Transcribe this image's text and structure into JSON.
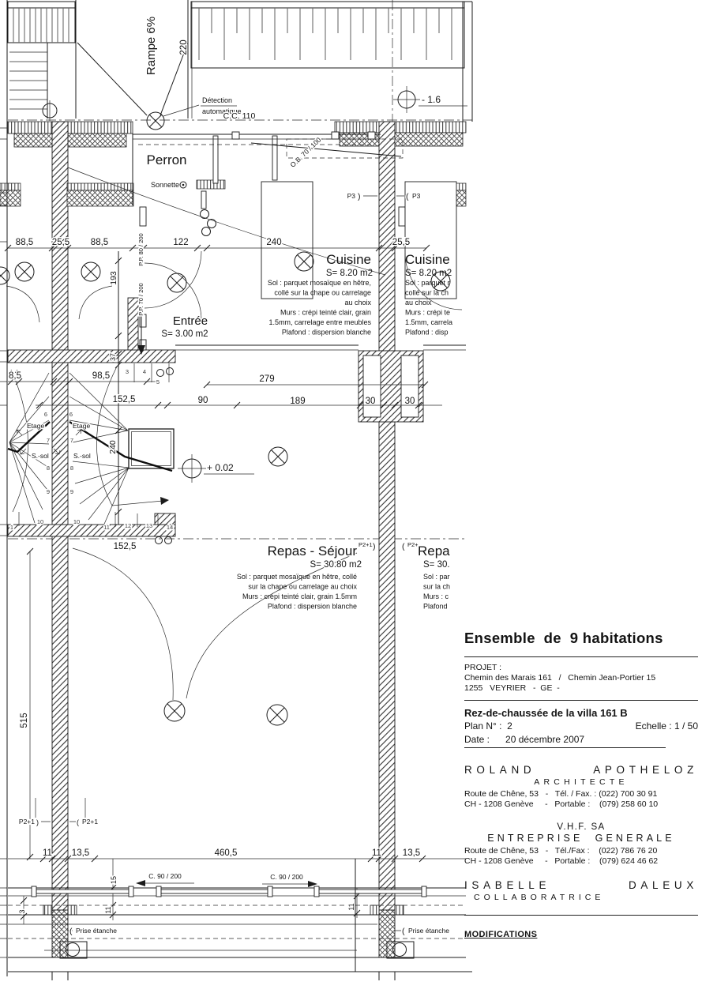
{
  "ink": "#1b1b1b",
  "plan": {
    "po": "(",
    "pc": ")",
    "top": {
      "rampe": "Rampe 6%",
      "dim_220": "220",
      "detection_l1": "Détection",
      "detection_l2": "automatique",
      "level_minus": "- 1.6",
      "cc110": "C.C. 110",
      "perron": "Perron",
      "sonnette": "Sonnette",
      "ob_door": "O.B. 70 / 100",
      "p3": "P3"
    },
    "entree": {
      "name": "Entrée",
      "area": "S= 3.00 m2"
    },
    "cuisine_left": {
      "name": "Cuisine",
      "area": "S= 8.20 m2",
      "specs": [
        "Sol : parquet mosaïque en hêtre,",
        "collé sur la chape ou carrelage",
        "au choix",
        "Murs : crépi teinté clair, grain",
        "1.5mm, carrelage entre meubles",
        "Plafond : dispersion blanche"
      ]
    },
    "cuisine_right": {
      "name": "Cuisine",
      "area": "S= 8.20 m2",
      "specs": [
        "Sol : parquet r",
        "collé sur la ch",
        "au choix",
        "Murs : crépi te",
        "1.5mm, carrela",
        "Plafond : disp"
      ]
    },
    "repas_left": {
      "name": "Repas - Séjour",
      "door_tag": "P2+1",
      "area": "S= 30.80 m2",
      "specs": [
        "Sol : parquet mosaïque en hêtre, collé",
        "sur la chape ou carrelage au choix",
        "Murs : crépi teinté clair, grain 1.5mm",
        "Plafond : dispersion blanche"
      ]
    },
    "repas_right": {
      "name": "Repa",
      "door_tag": "P2+",
      "area": "S= 30.",
      "specs": [
        "Sol : par",
        "sur la ch",
        "Murs : c",
        "Plafond"
      ]
    },
    "stairs": {
      "etage": "Etage",
      "ssol": "S.-sol",
      "level": "+ 0.02",
      "numbers": [
        "1",
        "3",
        "4",
        "5",
        "6",
        "7",
        "8",
        "9",
        "10",
        "11",
        "12",
        "13",
        "14"
      ]
    },
    "doors": {
      "pp80": "P.P. 80 / 200",
      "pp70": "P.P. 70 / 200",
      "p2plus1": "P2+1",
      "c90": "C. 90 / 200"
    },
    "prise_etanche": "Prise étanche",
    "dims": {
      "d88a": "88,5",
      "d25a": "25,5",
      "d88b": "88,5",
      "d122": "122",
      "d240": "240",
      "d25b": "25,5",
      "d193": "193",
      "d37": "37",
      "d8_5": "8,5",
      "d98_5": "98,5",
      "d279": "279",
      "d152a": "152,5",
      "d90": "90",
      "d189": "189",
      "d30a": "30",
      "d30b": "30",
      "d240v": "240",
      "d152b": "152,5",
      "d515": "515",
      "d11a": "11",
      "d13a": "13,5",
      "d460": "460,5",
      "d11b": "11",
      "d13b": "13,5",
      "d15": "15",
      "d11c": "11",
      "d3": "3",
      "d11d": "11"
    }
  },
  "title_block": {
    "title": "Ensemble  de  9 habitations",
    "project_label": "PROJET :",
    "project_line1": "Chemin des Marais 161   /   Chemin Jean-Portier 15",
    "project_line2": "1255   VEYRIER   -  GE  -",
    "drawing_title": "Rez-de-chaussée de la villa 161 B",
    "plan_no": "Plan N° :  2",
    "scale": "Echelle : 1 / 50",
    "date": "Date :      20 décembre 2007",
    "architect_first": "ROLAND",
    "architect_last": "APOTHELOZ",
    "architect_role": "ARCHITECTE",
    "architect_addr": "Route de Chêne, 53   -   Tél. / Fax. : (022) 700 30 91",
    "architect_addr2": "CH - 1208 Genève     -   Portable :    (079) 258 60 10",
    "firm_name": "V.H.F. SA",
    "firm_role": "ENTREPRISE  GENERALE",
    "firm_addr": "Route de Chêne, 53   -   Tél./Fax :    (022) 786 76 20",
    "firm_addr2": "CH - 1208 Genève     -   Portable :    (079) 624 46 62",
    "collab_first": "ISABELLE",
    "collab_last": "DALEUX",
    "collab_role": "COLLABORATRICE",
    "modifications": "MODIFICATIONS"
  }
}
